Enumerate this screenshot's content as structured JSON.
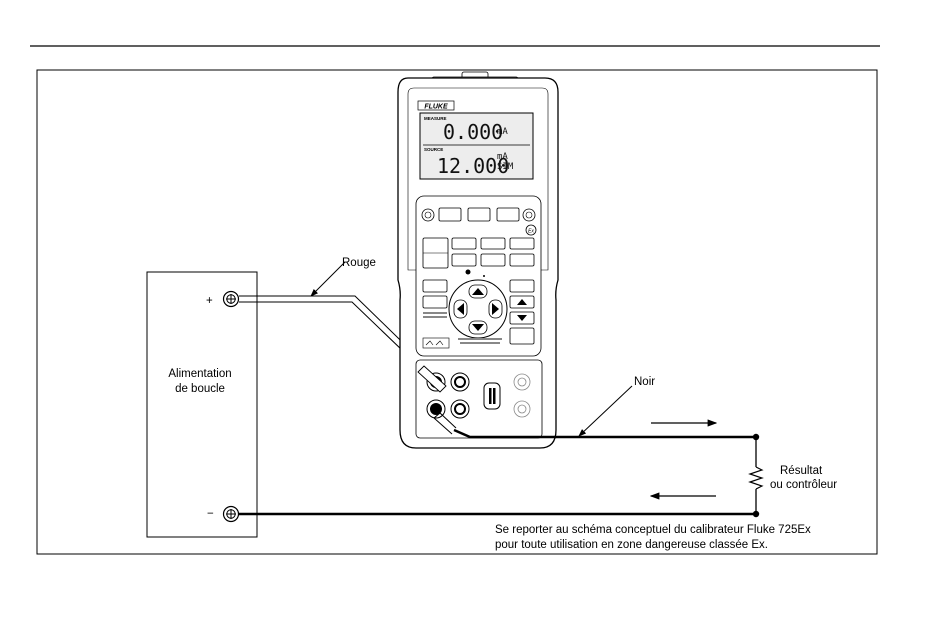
{
  "loop_supply": {
    "label_line1": "Alimentation",
    "label_line2": "de boucle",
    "plus_sign": "+",
    "minus_sign": "−"
  },
  "wires": {
    "red_label": "Rouge",
    "black_label": "Noir"
  },
  "load": {
    "label_line1": "Résultat",
    "label_line2": "ou contrôleur"
  },
  "note": {
    "line1": "Se reporter au schéma conceptuel du calibrateur Fluke 725Ex",
    "line2": "pour toute utilisation en zone dangereuse classée Ex."
  },
  "calibrator": {
    "brand": "FLUKE",
    "measure_label": "MEASURE",
    "measure_value": "0.000",
    "measure_unit": "mA",
    "source_label": "SOURCE",
    "source_value": "12.000",
    "source_unit": "mA",
    "source_mode": "SIM"
  },
  "colors": {
    "line": "#000000",
    "lcd_background": "#ededed",
    "device_body": "#ffffff"
  }
}
